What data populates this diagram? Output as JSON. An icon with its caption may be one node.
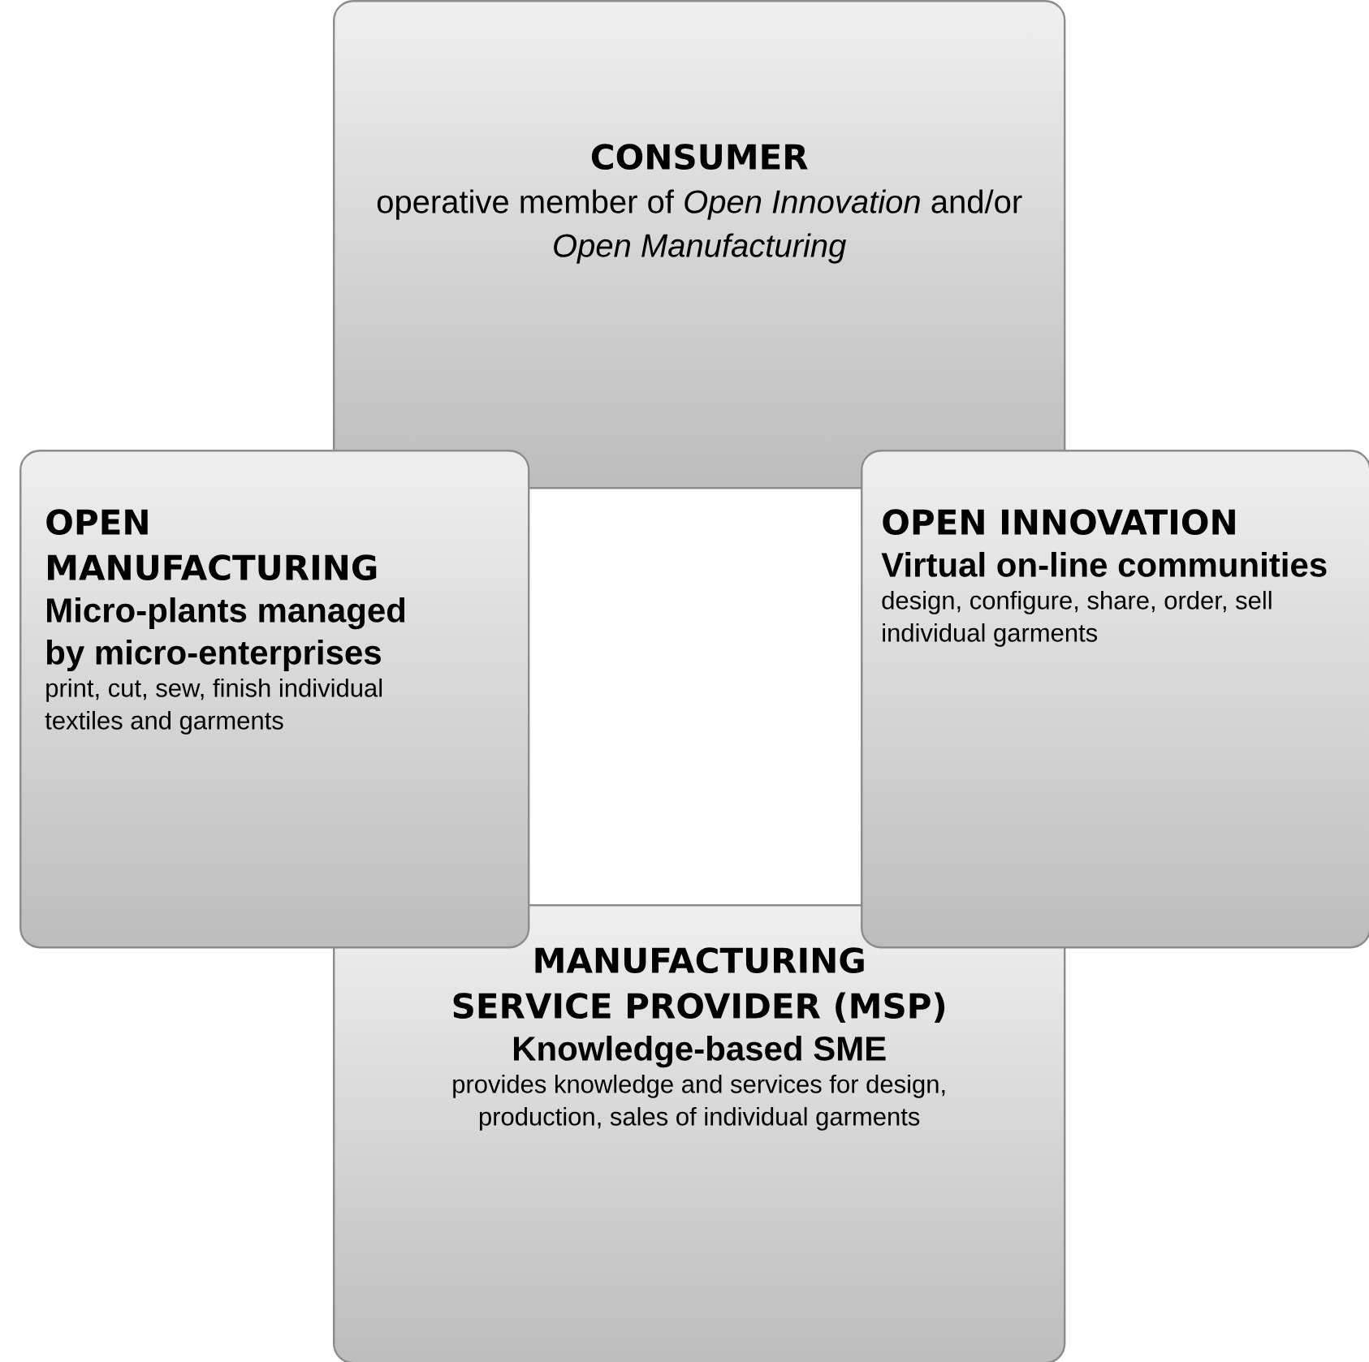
{
  "diagram": {
    "nodes": [
      {
        "text": [
          "CONSUMER",
          "operative member of *Open Innovation* and/or *Open Manufacturing*"
        ]
      },
      {
        "text": [
          "OPEN MANUFACTURING",
          "Micro-plants managed by micro-enterprises",
          "print, cut, sew, finish individual textiles and garments"
        ]
      },
      {
        "text": [
          "OPEN INNOVATION",
          "Virtual on-line communities",
          "design, configure, share, order, sell individual garments"
        ]
      },
      {
        "text": [
          "MANUFACTURING SERVICE PROVIDER (MSP)",
          "Knowledge-based SME",
          "provides knowledge and services for design, production, sales of individual garments"
        ]
      }
    ]
  }
}
